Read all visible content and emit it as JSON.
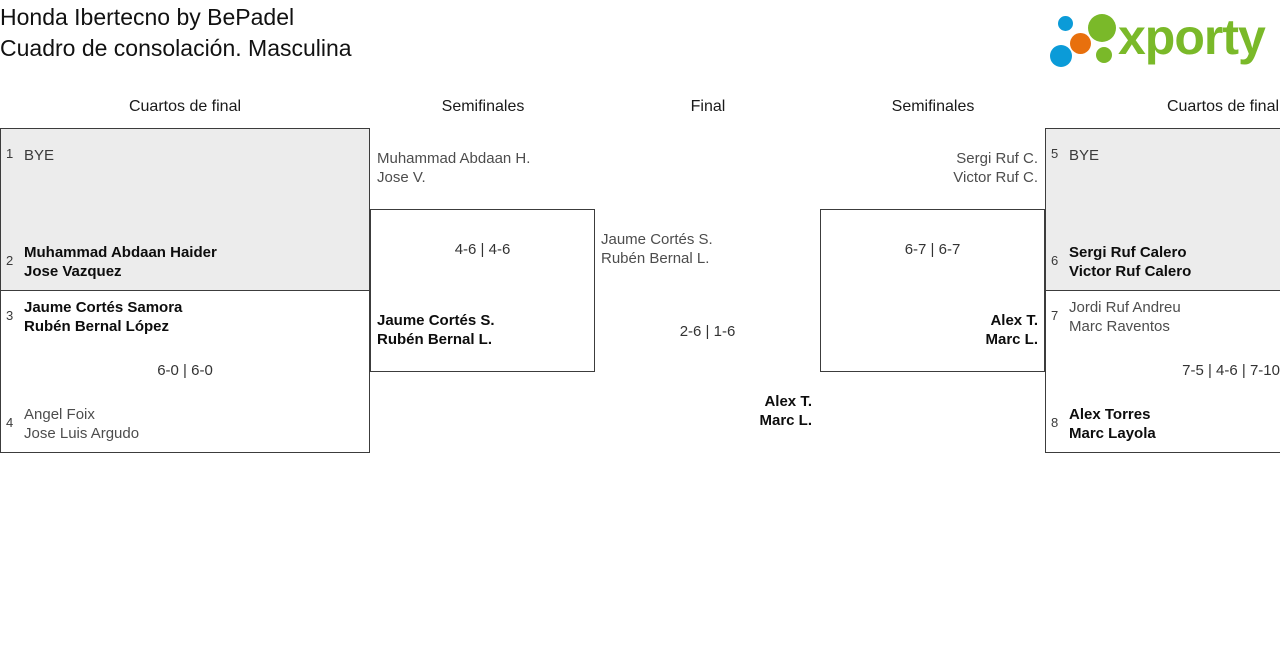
{
  "header": {
    "title_line1": "Honda Ibertecno by BePadel",
    "title_line2": "Cuadro de consolación. Masculina",
    "logo_text": "xporty"
  },
  "rounds": [
    {
      "label": "Cuartos de final"
    },
    {
      "label": "Semifinales"
    },
    {
      "label": "Final"
    },
    {
      "label": "Semifinales"
    },
    {
      "label": "Cuartos de final"
    }
  ],
  "bracket": {
    "left_quarterfinals": [
      {
        "bye": true,
        "top": {
          "seed": "1",
          "line1": "BYE",
          "line2": "",
          "winner": false
        },
        "bottom": {
          "seed": "2",
          "line1": "Muhammad Abdaan Haider",
          "line2": "Jose Vazquez",
          "winner": true
        },
        "score": ""
      },
      {
        "bye": false,
        "top": {
          "seed": "3",
          "line1": "Jaume Cortés Samora",
          "line2": "Rubén Bernal López",
          "winner": true
        },
        "bottom": {
          "seed": "4",
          "line1": "Angel Foix",
          "line2": "Jose Luis Argudo",
          "winner": false
        },
        "score": "6-0 | 6-0"
      }
    ],
    "left_semifinal": {
      "loser": {
        "line1": "Muhammad Abdaan H.",
        "line2": "Jose V."
      },
      "winner": {
        "line1": "Jaume Cortés S.",
        "line2": "Rubén Bernal L."
      },
      "score": "4-6 | 4-6"
    },
    "final": {
      "left_team": {
        "line1": "Jaume Cortés S.",
        "line2": "Rubén Bernal L."
      },
      "right_team": {
        "line1": "Alex T.",
        "line2": "Marc L."
      },
      "score": "2-6 | 1-6"
    },
    "right_semifinal": {
      "loser": {
        "line1": "Sergi Ruf C.",
        "line2": "Victor Ruf C."
      },
      "winner": {
        "line1": "Alex T.",
        "line2": "Marc L."
      },
      "score": "6-7 | 6-7"
    },
    "right_quarterfinals": [
      {
        "bye": true,
        "top": {
          "seed": "5",
          "line1": "BYE",
          "line2": "",
          "winner": false
        },
        "bottom": {
          "seed": "6",
          "line1": "Sergi Ruf Calero",
          "line2": "Victor Ruf Calero",
          "winner": true
        },
        "score": ""
      },
      {
        "bye": false,
        "top": {
          "seed": "7",
          "line1": "Jordi Ruf Andreu",
          "line2": "Marc Raventos",
          "winner": false
        },
        "bottom": {
          "seed": "8",
          "line1": "Alex Torres",
          "line2": "Marc Layola",
          "winner": true
        },
        "score": "7-5 | 4-6 | 7-10"
      }
    ]
  },
  "colors": {
    "bye_background": "#ececec",
    "border": "#3c3c3c",
    "brand_green": "#7ab929",
    "brand_blue": "#0b9bd8",
    "brand_orange": "#e8700d"
  }
}
